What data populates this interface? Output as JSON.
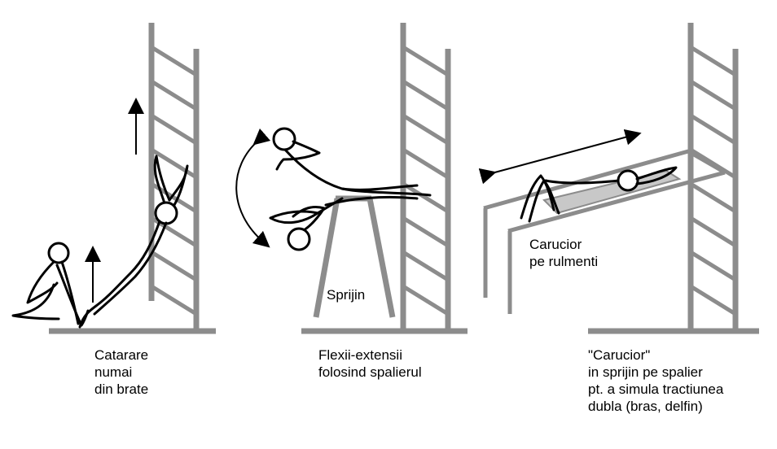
{
  "panels": [
    {
      "caption": "Catarare\nnumai\ndin brate"
    },
    {
      "caption": "Flexii-extensii\nfolosind spalierul",
      "support_label": "Sprijin"
    },
    {
      "caption": "\"Carucior\"\nin sprijin pe spalier\npt. a simula tractiunea\ndubla (bras, delfin)",
      "cart_label": "Carucior\npe rulmenti"
    }
  ],
  "colors": {
    "equipment": "#8c8c8c",
    "cart_fill": "#c8c8c8",
    "figure": "#000000"
  }
}
